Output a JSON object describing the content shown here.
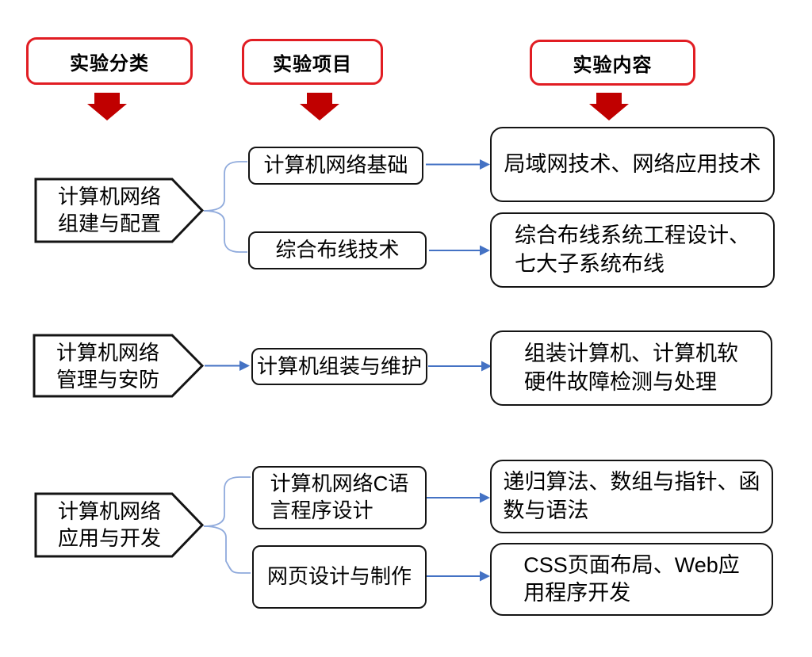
{
  "colors": {
    "header_border_red": "#e11d23",
    "down_arrow_red": "#c00000",
    "connector_blue": "#4472c4",
    "brace_blue": "#8faadc",
    "box_border_black": "#141414",
    "background": "#ffffff"
  },
  "headers": [
    {
      "label": "实验分类"
    },
    {
      "label": "实验项目"
    },
    {
      "label": "实验内容"
    }
  ],
  "categories": [
    {
      "line1": "计算机网络",
      "line2": "组建与配置"
    },
    {
      "line1": "计算机网络",
      "line2": "管理与安防"
    },
    {
      "line1": "计算机网络",
      "line2": "应用与开发"
    }
  ],
  "projects": [
    {
      "lines": [
        "计算机网络基础"
      ]
    },
    {
      "lines": [
        "综合布线技术"
      ]
    },
    {
      "lines": [
        "计算机组装与维护"
      ]
    },
    {
      "lines": [
        "计算机网络C语",
        "言程序设计"
      ]
    },
    {
      "lines": [
        "网页设计与制作"
      ]
    }
  ],
  "contents": [
    {
      "lines": [
        "局域网技术、网络应用技术"
      ]
    },
    {
      "lines": [
        "综合布线系统工程设计、",
        "七大子系统布线"
      ]
    },
    {
      "lines": [
        "组装计算机、计算机软",
        "硬件故障检测与处理"
      ]
    },
    {
      "lines": [
        "递归算法、数组与指针、函",
        "数与语法"
      ]
    },
    {
      "lines": [
        "CSS页面布局、Web应",
        "用程序开发"
      ]
    }
  ]
}
